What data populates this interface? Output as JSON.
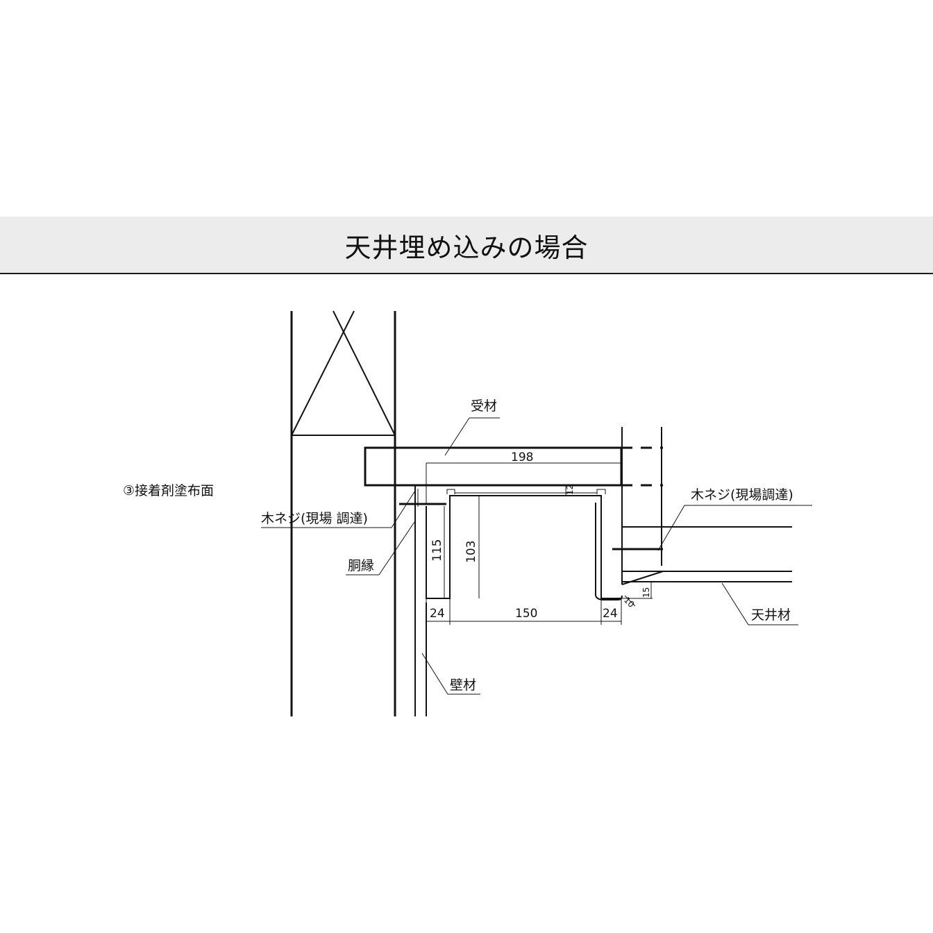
{
  "header": {
    "title": "天井埋め込みの場合"
  },
  "labels": {
    "receiving_member": "受材",
    "adhesive_surface": "③接着剤塗布面",
    "wood_screw_left": "木ネジ(現場 調達)",
    "wood_screw_right": "木ネジ(現場調達)",
    "furring": "胴縁",
    "wall_material": "壁材",
    "ceiling_material": "天井材"
  },
  "dimensions": {
    "receiver_width": "198",
    "lip_height": "12",
    "outer_height": "115",
    "inner_height": "103",
    "left_flange": "24",
    "opening_width": "150",
    "right_flange": "24",
    "ceiling_offset": "15",
    "corner": "10"
  },
  "colors": {
    "line": "#111111",
    "title_band": "#ececec"
  }
}
